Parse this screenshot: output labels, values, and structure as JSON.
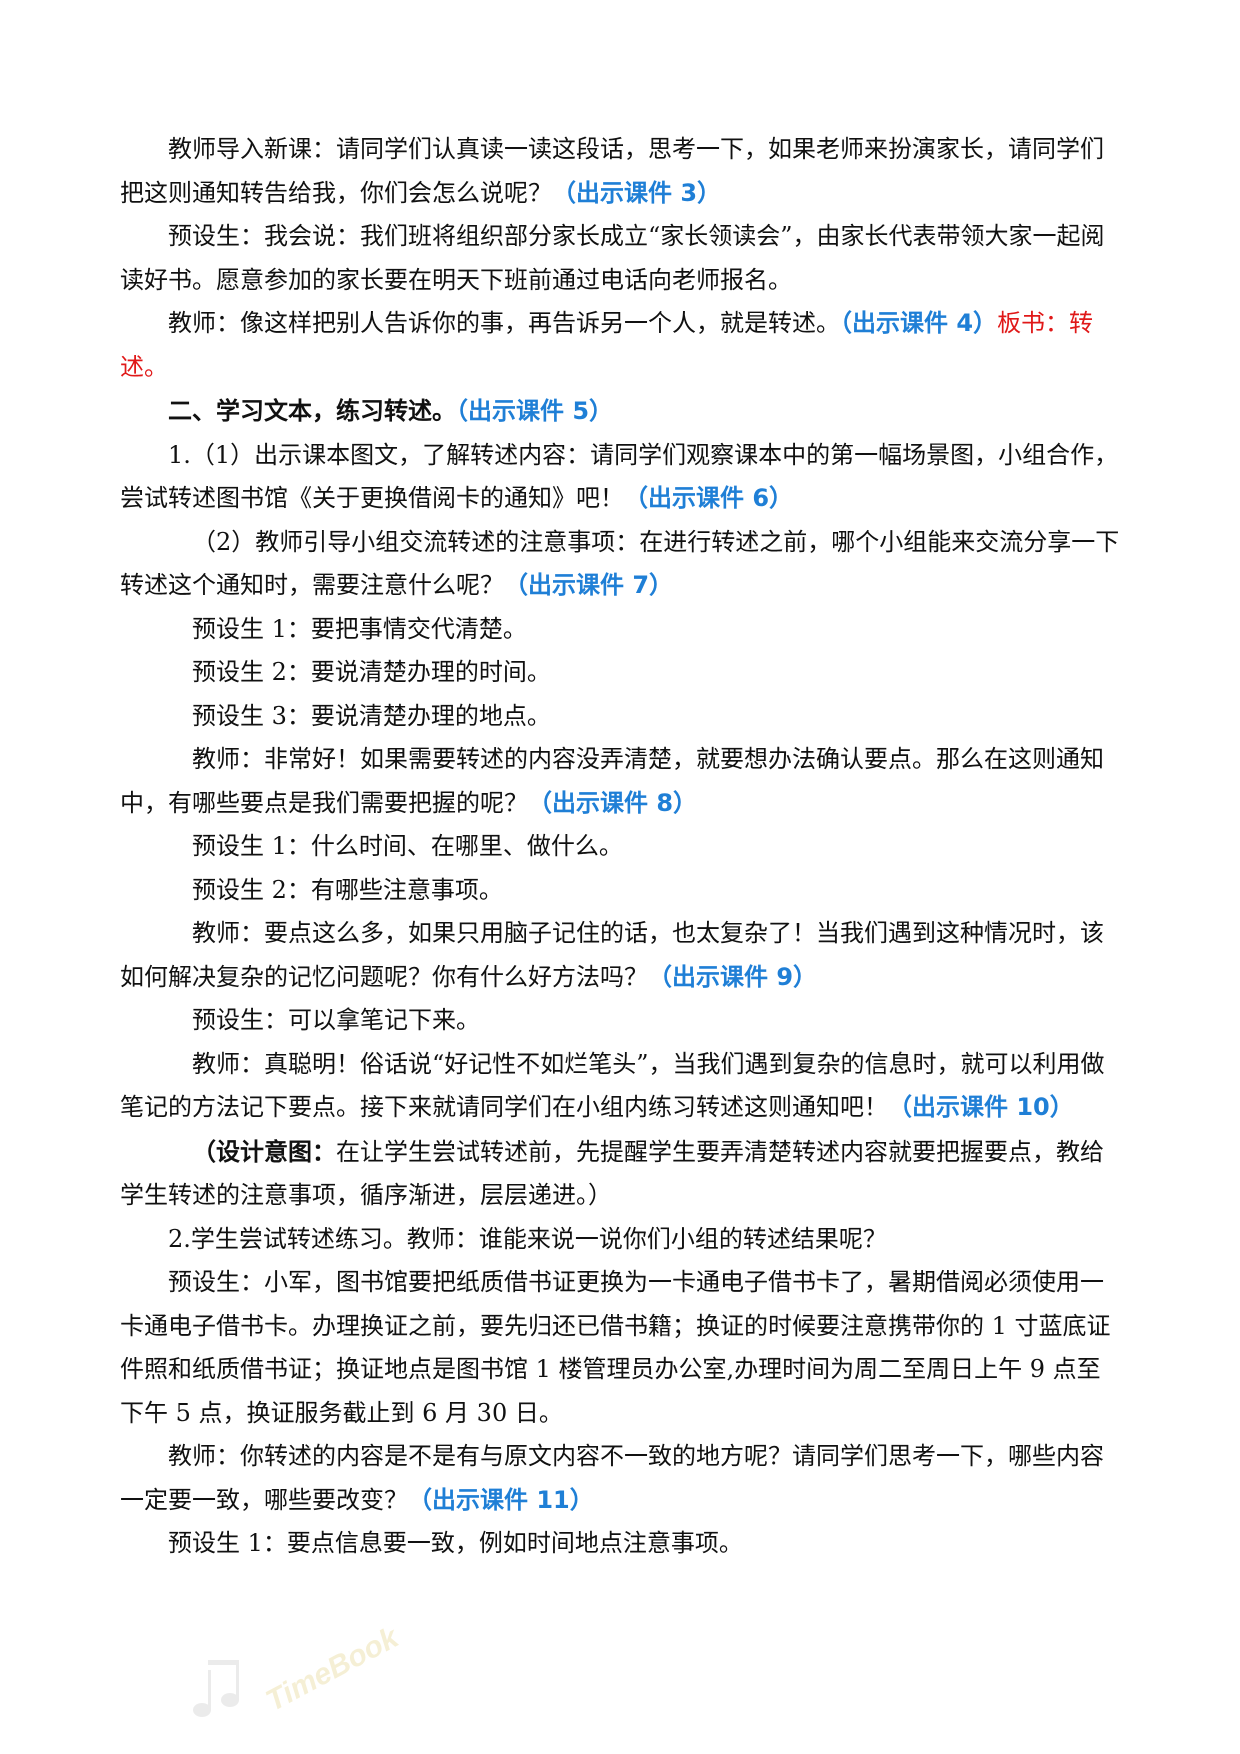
{
  "colors": {
    "cue": "#1f7fd6",
    "highlight": "#e01818",
    "text": "#111111"
  },
  "watermark": {
    "text": "TimeBook",
    "icon": "music-notes-icon"
  },
  "paragraphs": [
    {
      "t": "教师导入新课：请同学们认真读一读这段话，思考一下，如果老师来扮演家长，请同学们把这则通知转告给我，你们会怎么说呢？",
      "cue": "（出示课件 3）"
    },
    {
      "t": "预设生：我会说：我们班将组织部分家长成立“家长领读会”，由家长代表带领大家一起阅读好书。愿意参加的家长要在明天下班前通过电话向老师报名。"
    },
    {
      "t": "教师：像这样把别人告诉你的事，再告诉另一个人，就是转述。",
      "cue": "（出示课件 4）",
      "red": "板书：转述。"
    },
    {
      "t": "二、学习文本，练习转述。",
      "cue": "（出示课件 5）"
    },
    {
      "t": "1.（1）出示课本图文，了解转述内容：请同学们观察课本中的第一幅场景图，小组合作，尝试转述图书馆《关于更换借阅卡的通知》吧！",
      "cue": "（出示课件 6）"
    },
    {
      "t": "（2）教师引导小组交流转述的注意事项：在进行转述之前，哪个小组能来交流分享一下转述这个通知时，需要注意什么呢？",
      "cue": "（出示课件 7）"
    },
    {
      "t": "预设生 1：要把事情交代清楚。"
    },
    {
      "t": "预设生 2：要说清楚办理的时间。"
    },
    {
      "t": "预设生 3：要说清楚办理的地点。"
    },
    {
      "t": "教师：非常好！如果需要转述的内容没弄清楚，就要想办法确认要点。那么在这则通知中，有哪些要点是我们需要把握的呢？",
      "cue": "（出示课件 8）"
    },
    {
      "t": "预设生 1：什么时间、在哪里、做什么。"
    },
    {
      "t": "预设生 2：有哪些注意事项。"
    },
    {
      "t": "教师：要点这么多，如果只用脑子记住的话，也太复杂了！当我们遇到这种情况时，该如何解决复杂的记忆问题呢？你有什么好方法吗？",
      "cue": "（出示课件 9）"
    },
    {
      "t": "预设生：可以拿笔记下来。"
    },
    {
      "t": "教师：真聪明！俗话说“好记性不如烂笔头”，当我们遇到复杂的信息时，就可以利用做笔记的方法记下要点。接下来就请同学们在小组内练习转述这则通知吧！",
      "cue": "（出示课件 10）"
    },
    {
      "lead": "（设计意图：",
      "t": "在让学生尝试转述前，先提醒学生要弄清楚转述内容就要把握要点，教给学生转述的注意事项，循序渐进，层层递进。）"
    },
    {
      "t": "2.学生尝试转述练习。教师：谁能来说一说你们小组的转述结果呢？"
    },
    {
      "t": "预设生：小军，图书馆要把纸质借书证更换为一卡通电子借书卡了，暑期借阅必须使用一卡通电子借书卡。办理换证之前，要先归还已借书籍；换证的时候要注意携带你的 1 寸蓝底证件照和纸质借书证；换证地点是图书馆 1 楼管理员办公室,办理时间为周二至周日上午 9 点至下午 5 点，换证服务截止到 6 月 30 日。"
    },
    {
      "t": "教师：你转述的内容是不是有与原文内容不一致的地方呢？请同学们思考一下，哪些内容一定要一致，哪些要改变？",
      "cue": "（出示课件 11）"
    },
    {
      "t": "预设生 1：要点信息要一致，例如时间地点注意事项。"
    }
  ]
}
